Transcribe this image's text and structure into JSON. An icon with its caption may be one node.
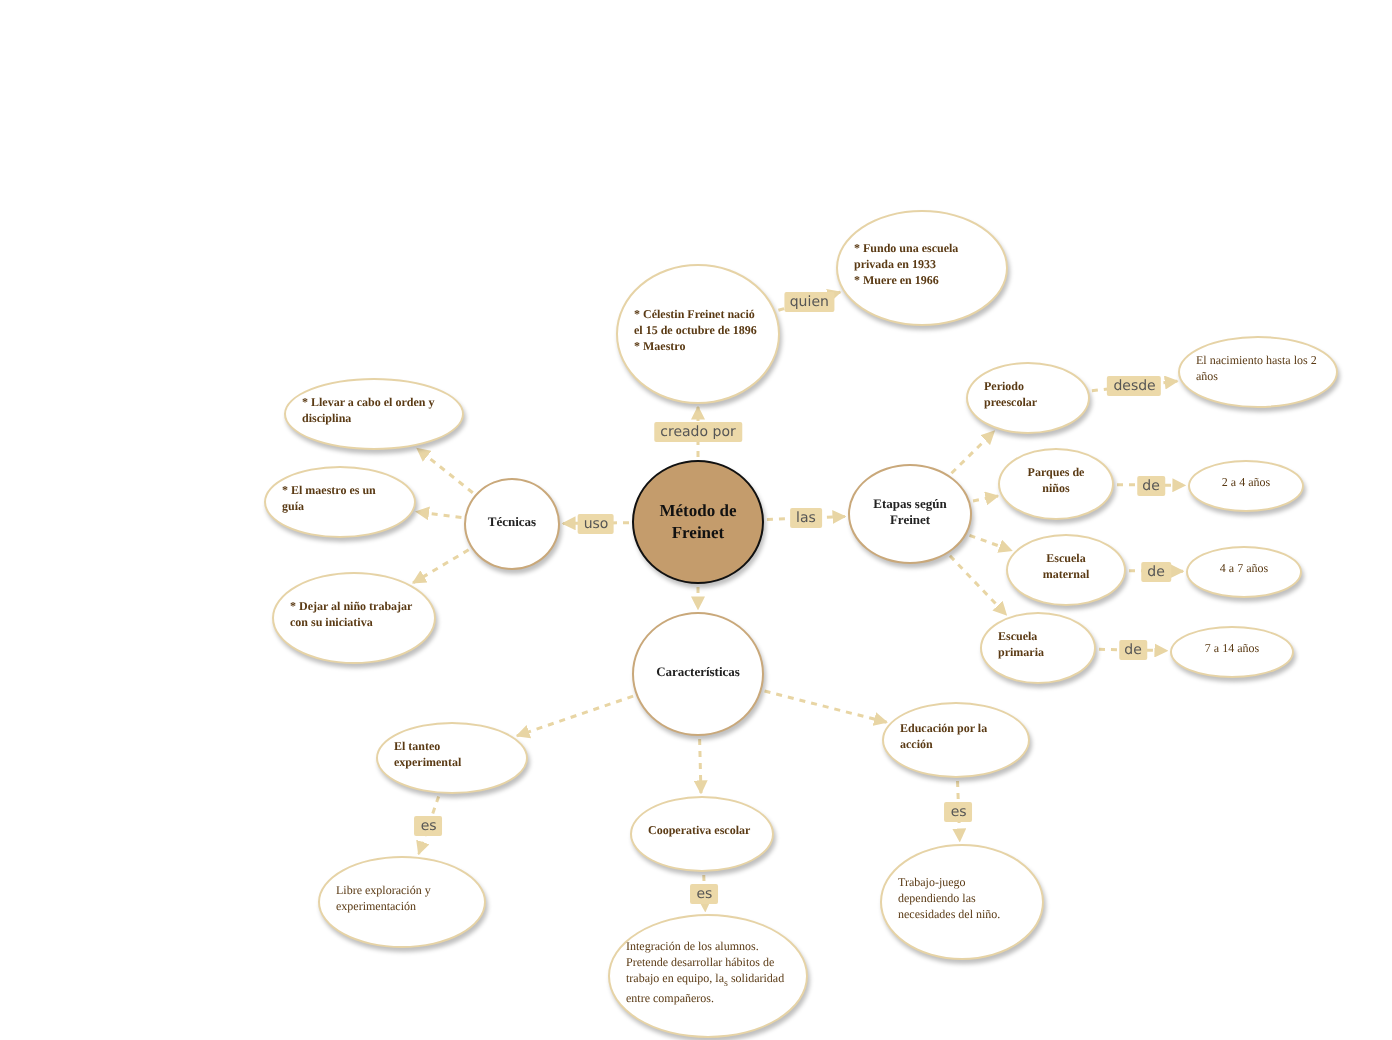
{
  "diagram": {
    "nodes": [
      {
        "text": [
          "Método de Freinet"
        ]
      },
      {
        "text": [
          "* Célestin Freinet nació el 15 de octubre de 1896",
          "* Maestro"
        ]
      },
      {
        "text": [
          "* Fundo una escuela privada en 1933",
          "* Muere en 1966"
        ]
      },
      {
        "text": [
          "Técnicas"
        ]
      },
      {
        "text": [
          "* Llevar a cabo el orden y disciplina"
        ]
      },
      {
        "text": [
          "* El maestro es un guía"
        ]
      },
      {
        "text": [
          "* Dejar al niño trabajar con su iniciativa"
        ]
      },
      {
        "text": [
          "Etapas según Freinet"
        ]
      },
      {
        "text": [
          "Periodo preescolar"
        ]
      },
      {
        "text": [
          "El nacimiento hasta los 2 años"
        ]
      },
      {
        "text": [
          "Parques de niños"
        ]
      },
      {
        "text": [
          "2 a 4 años"
        ]
      },
      {
        "text": [
          "Escuela maternal"
        ]
      },
      {
        "text": [
          "4 a 7 años"
        ]
      },
      {
        "text": [
          "Escuela primaria"
        ]
      },
      {
        "text": [
          "7 a 14 años"
        ]
      },
      {
        "text": [
          "Características"
        ]
      },
      {
        "text": [
          "El tanteo experimental"
        ]
      },
      {
        "text": [
          "Libre exploración y experimentación"
        ]
      },
      {
        "text": [
          "Cooperativa escolar"
        ]
      },
      {
        "text": [
          "Integración de los alumnos. Pretende desarrollar hábitos de trabajo en equipo, la$_{s}$ solidaridad entre compañeros."
        ]
      },
      {
        "text": [
          "Educación por la acción"
        ]
      },
      {
        "text": [
          "Trabajo-juego dependiendo las necesidades del niño."
        ]
      }
    ],
    "edges": [
      {
        "from": 0,
        "to": 1,
        "arrow": "to",
        "label": "creado por",
        "style": "dashed"
      },
      {
        "from": 1,
        "to": 2,
        "arrow": "to",
        "label": "quien",
        "style": "dashed"
      },
      {
        "from": 0,
        "to": 3,
        "arrow": "to",
        "label": "uso",
        "style": "dashed"
      },
      {
        "from": 3,
        "to": 4,
        "arrow": "to",
        "style": "dashed"
      },
      {
        "from": 3,
        "to": 5,
        "arrow": "to",
        "style": "dashed"
      },
      {
        "from": 3,
        "to": 6,
        "arrow": "to",
        "style": "dashed"
      },
      {
        "from": 0,
        "to": 7,
        "arrow": "to",
        "label": "las",
        "style": "dashed"
      },
      {
        "from": 7,
        "to": 8,
        "arrow": "to",
        "style": "dashed"
      },
      {
        "from": 7,
        "to": 10,
        "arrow": "to",
        "style": "dashed"
      },
      {
        "from": 7,
        "to": 12,
        "arrow": "to",
        "style": "dashed"
      },
      {
        "from": 7,
        "to": 14,
        "arrow": "to",
        "style": "dashed"
      },
      {
        "from": 8,
        "to": 9,
        "arrow": "to",
        "label": "desde",
        "style": "dashed"
      },
      {
        "from": 10,
        "to": 11,
        "arrow": "to",
        "label": "de",
        "style": "dashed"
      },
      {
        "from": 12,
        "to": 13,
        "arrow": "to",
        "label": "de",
        "style": "dashed"
      },
      {
        "from": 14,
        "to": 15,
        "arrow": "to",
        "label": "de",
        "style": "dashed"
      },
      {
        "from": 0,
        "to": 16,
        "arrow": "to",
        "style": "dashed"
      },
      {
        "from": 16,
        "to": 17,
        "arrow": "to",
        "style": "dashed"
      },
      {
        "from": 16,
        "to": 19,
        "arrow": "to",
        "style": "dashed"
      },
      {
        "from": 16,
        "to": 21,
        "arrow": "to",
        "style": "dashed"
      },
      {
        "from": 17,
        "to": 18,
        "arrow": "to",
        "label": "es",
        "style": "dashed"
      },
      {
        "from": 19,
        "to": 20,
        "arrow": "to",
        "label": "es",
        "style": "dashed"
      },
      {
        "from": 21,
        "to": 22,
        "arrow": "to",
        "label": "es",
        "style": "dashed"
      }
    ]
  }
}
